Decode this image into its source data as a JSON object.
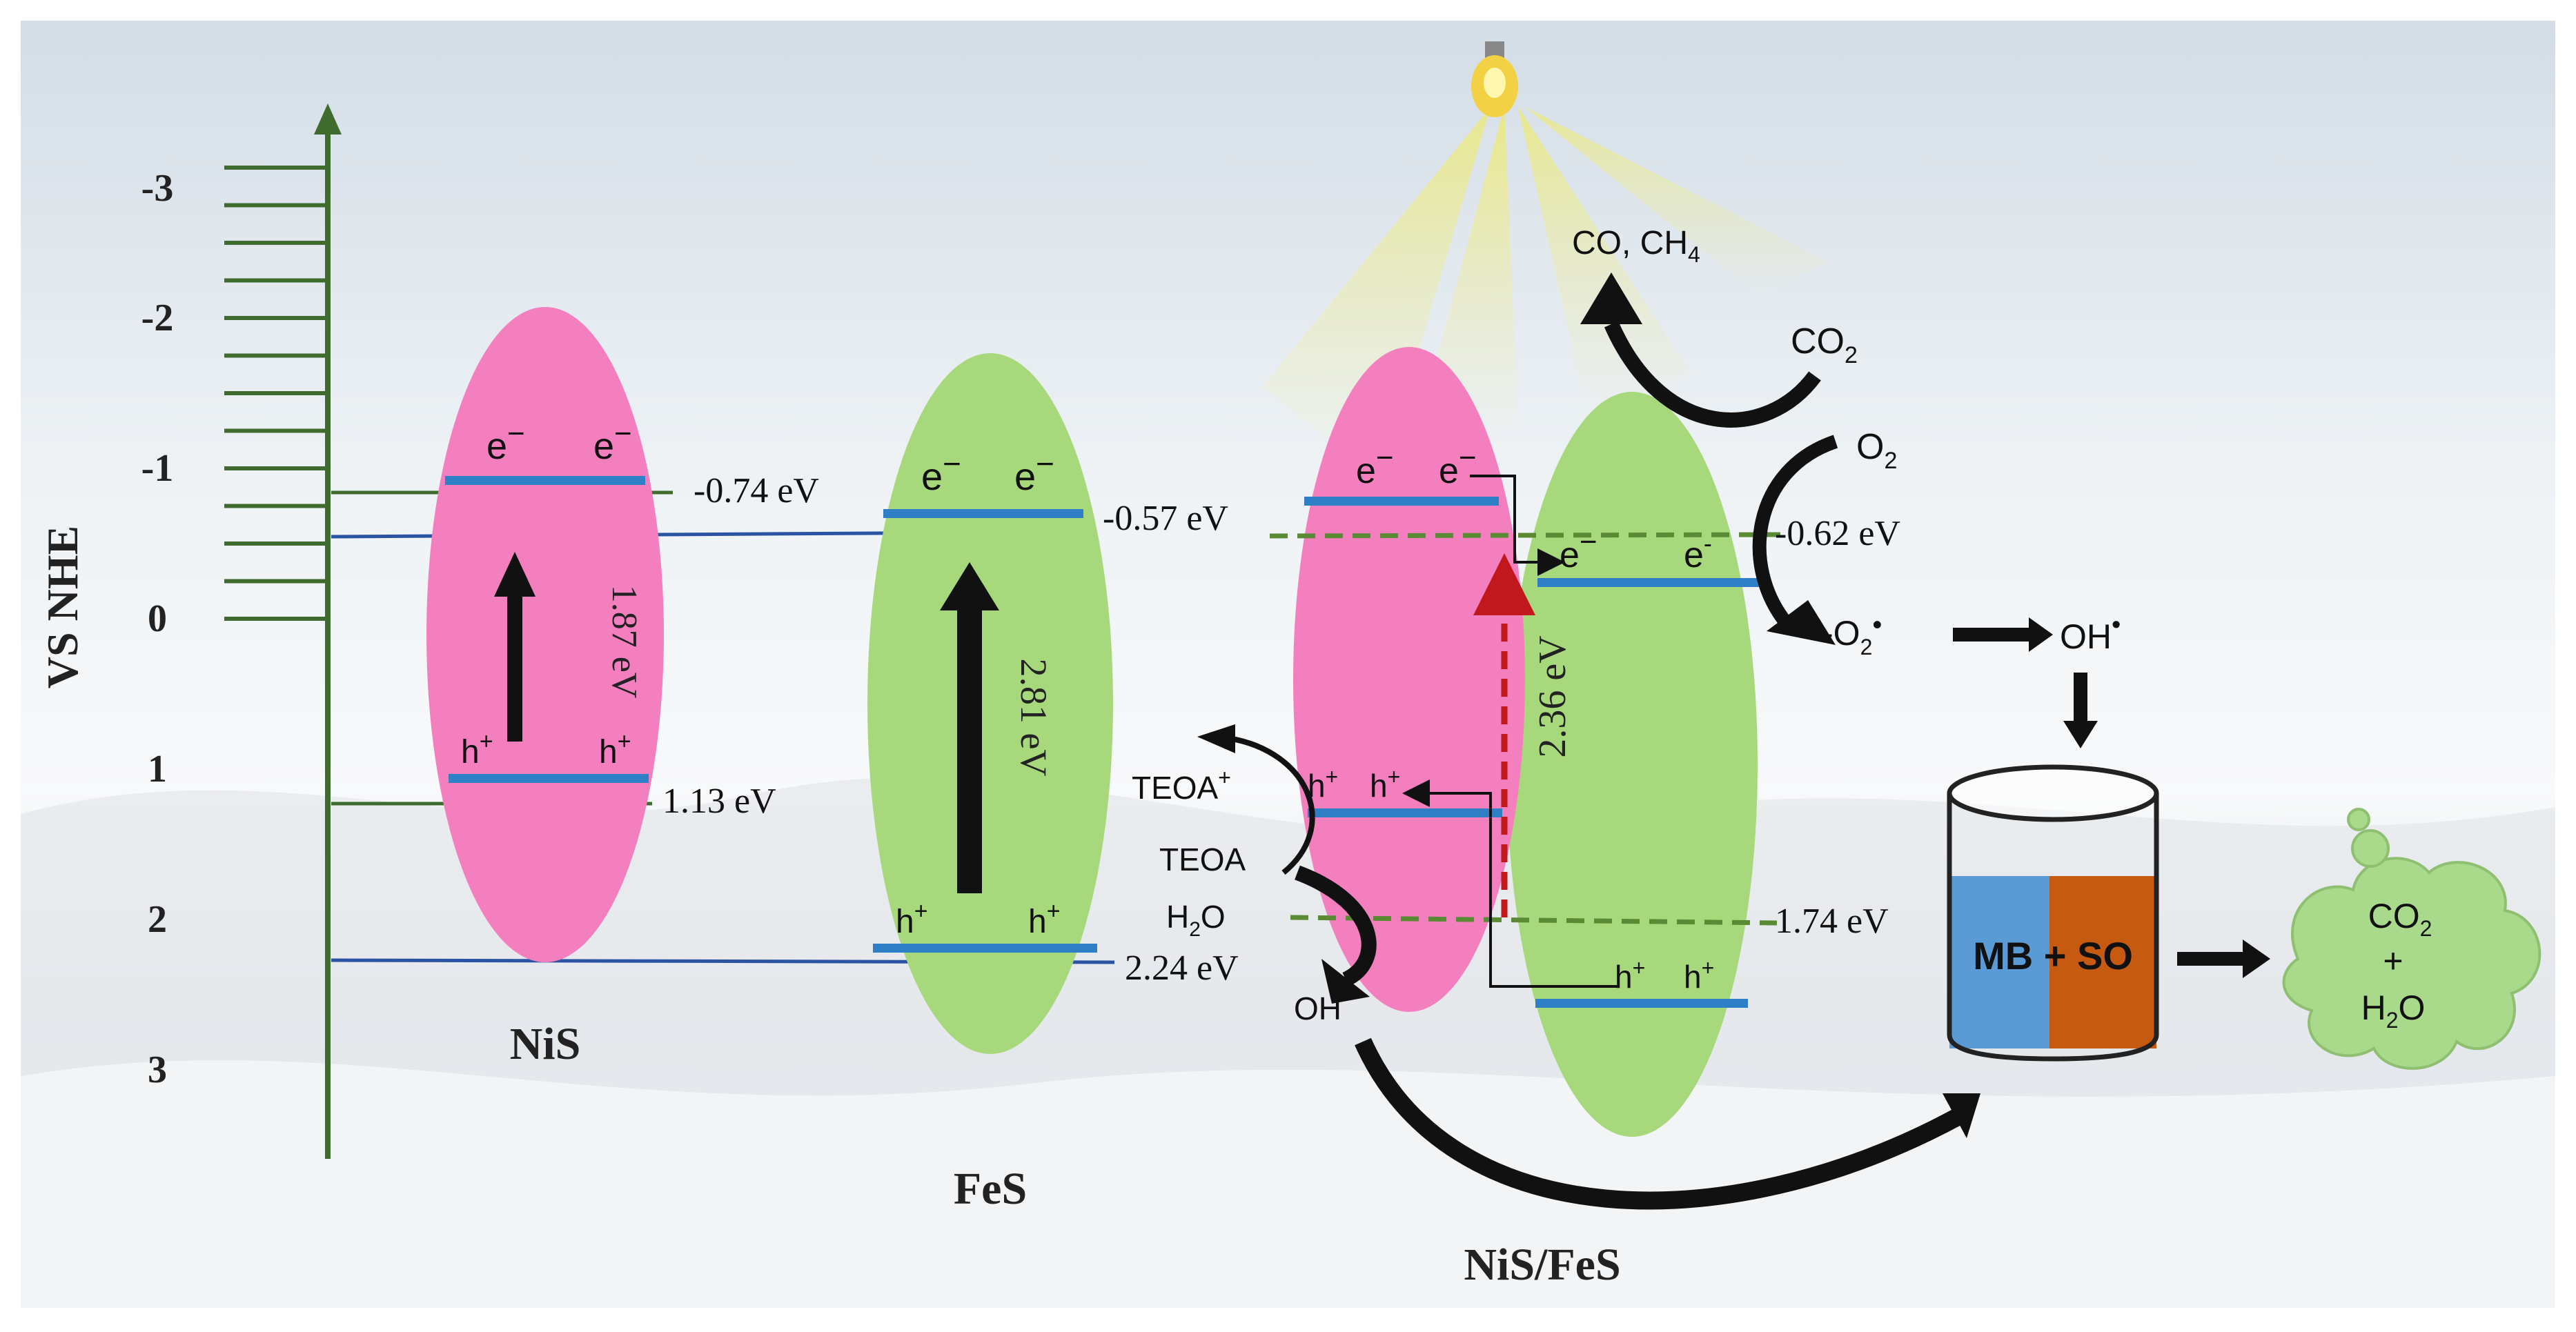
{
  "axis": {
    "label": "VS NHE",
    "ticks": [
      "-3",
      "-2",
      "-1",
      "0",
      "1",
      "2",
      "3"
    ]
  },
  "nis": {
    "name": "NiS",
    "cb_value": "-0.74 eV",
    "vb_value": "1.13 eV",
    "gap": "1.87 eV",
    "e1": "e",
    "e2": "e",
    "h1": "h",
    "h2": "h"
  },
  "fes": {
    "name": "FeS",
    "cb_value": "-0.57 eV",
    "vb_value": "2.24 eV",
    "gap": "2.81 eV",
    "e1": "e",
    "e2": "e",
    "h1": "h",
    "h2": "h"
  },
  "composite": {
    "name": "NiS/FeS",
    "gap": "2.36 eV",
    "cb_value": "-0.62 eV",
    "vb_value": "1.74 eV",
    "e_left1": "e",
    "e_left2": "e",
    "e_right1": "e",
    "e_right2": "e",
    "h_left1": "h",
    "h_left2": "h",
    "h_right1": "h",
    "h_right2": "h"
  },
  "species": {
    "co_ch4": "CO, CH",
    "co_ch4_sub": "4",
    "co2": "CO",
    "co2_sub": "2",
    "o2": "O",
    "o2_sub": "2",
    "superoxide": "O",
    "superoxide_sub": "2",
    "oh_radical": "OH",
    "teoa_plus": "TEOA",
    "teoa": "TEOA",
    "h2o": "H",
    "h2o_sub": "2",
    "h2o_tail": "O",
    "oh_minus": "OH",
    "beaker_label": "MB + SO",
    "products_co2": "CO",
    "products_co2_sub": "2",
    "products_plus": "+",
    "products_h2o": "H",
    "products_h2o_sub": "2",
    "products_h2o_tail": "O"
  },
  "colors": {
    "nis_band": "#f47fbf",
    "fes_band": "#a7d97c",
    "band_level": "#2f7fc6",
    "axis_green": "#3f6b2e",
    "dashed_green": "#5b8a35",
    "blue_line": "#2b53a3",
    "red_dashed": "#c0181c",
    "beaker_mb": "#5b9bd5",
    "beaker_so": "#c65a11",
    "product_cloud": "#a9d98a"
  }
}
